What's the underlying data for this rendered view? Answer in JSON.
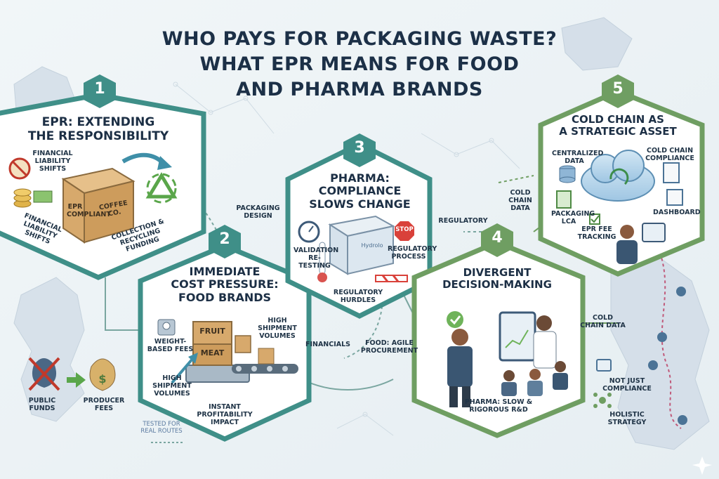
{
  "title_lines": [
    "WHO PAYS FOR PACKAGING WASTE?",
    "WHAT EPR MEANS FOR FOOD",
    "AND PHARMA BRANDS"
  ],
  "steps": [
    {
      "number": "1",
      "heading": [
        "EPR: EXTENDING",
        "THE RESPONSIBILITY"
      ],
      "labels": {
        "liability_top": "FINANCIAL LIABILITY SHIFTS",
        "liability_bottom": "FINANCIAL LIABILITY SHIFTS",
        "collection": "COLLECTION & RECYCLING FUNDING",
        "box_epr": "EPR COMPLIANT",
        "box_coffee": "COFFEE CO."
      }
    },
    {
      "number": "2",
      "heading": [
        "IMMEDIATE",
        "COST PRESSURE:",
        "FOOD BRANDS"
      ],
      "labels": {
        "weight_fees": "WEIGHT-BASED FEES",
        "high_volumes_right": "HIGH SHIPMENT VOLUMES",
        "high_volumes_left": "HIGH SHIPMENT VOLUMES",
        "instant_impact": "INSTANT PROFITABILITY IMPACT",
        "box_fruit": "FRUIT",
        "box_meat": "MEAT"
      }
    },
    {
      "number": "3",
      "heading": [
        "PHARMA:",
        "COMPLIANCE",
        "SLOWS CHANGE"
      ],
      "labels": {
        "validation": "VALIDATION RE-TESTING",
        "regulatory_process": "REGULATORY PROCESS",
        "hurdles": "REGULATORY HURDLES",
        "stop": "STOP",
        "brand": "Hydrolo"
      }
    },
    {
      "number": "4",
      "heading": [
        "DIVERGENT",
        "DECISION-MAKING"
      ],
      "labels": {
        "pharma_rd": "PHARMA: SLOW & RIGOROUS R&D"
      }
    },
    {
      "number": "5",
      "heading": [
        "COLD CHAIN AS",
        "A STRATEGIC ASSET"
      ],
      "labels": {
        "centralized": "CENTRALIZED DATA",
        "compliance": "COLD CHAIN COMPLIANCE",
        "lca": "PACKAGING LCA",
        "epr_fee": "EPR FEE TRACKING",
        "dashboard": "DASHBOARD"
      }
    }
  ],
  "connectors": {
    "packaging_design": "PACKAGING DESIGN",
    "regulatory": "REGULATORY",
    "financials": "FINANCIALS",
    "food_agile": "FOOD: AGILE PROCUREMENT",
    "cold_chain_data_top": "COLD CHAIN DATA",
    "cold_chain_data_mid": "COLD CHAIN DATA"
  },
  "extras": {
    "public_funds": "PUBLIC FUNDS",
    "producer_fees": "PRODUCER FEES",
    "tested": "TESTED FOR REAL ROUTES",
    "not_just_compliance": "NOT JUST COMPLIANCE",
    "holistic": "HOLISTIC STRATEGY"
  },
  "colors": {
    "teal": "#3f8f88",
    "green": "#6f9e62",
    "navy": "#1c3047",
    "box": "#d7a96c"
  },
  "icons": [
    "money-bag-icon",
    "coins-icon",
    "recycle-icon",
    "arrow-icon",
    "scale-icon",
    "box-icon",
    "conveyor-icon",
    "stopwatch-icon",
    "thermometer-icon",
    "stop-sign-icon",
    "barrier-icon",
    "checkmark-icon",
    "tablet-icon",
    "cloud-icon",
    "database-icon",
    "document-icon",
    "map-pin-icon",
    "molecule-icon"
  ]
}
